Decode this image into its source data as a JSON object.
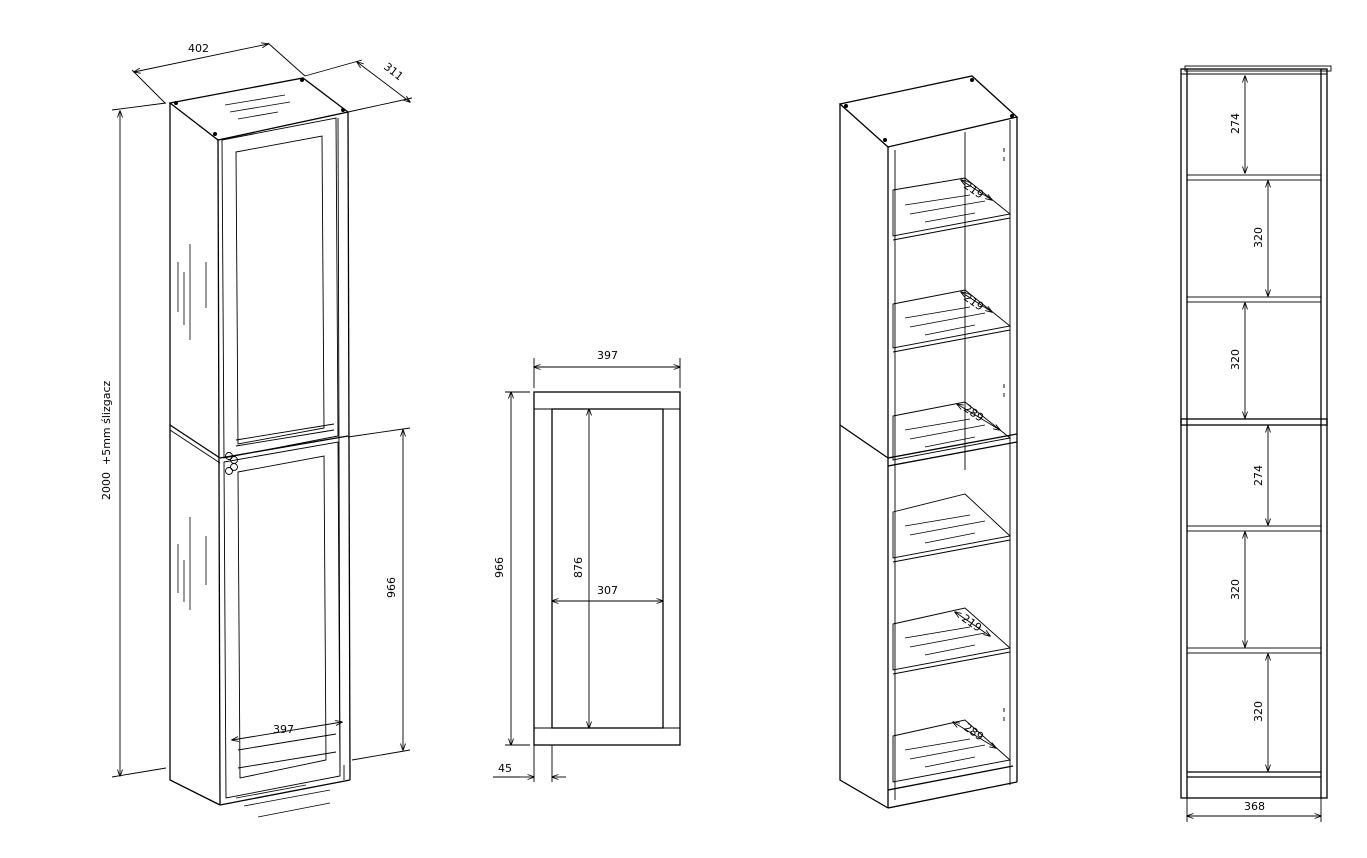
{
  "views": {
    "cabinet": {
      "width": "402",
      "depth": "311",
      "height": "2000",
      "height_note": "+5mm ślizgacz",
      "door_height": "966",
      "door_width": "397"
    },
    "door": {
      "width": "397",
      "height": "966",
      "inner_height": "876",
      "inner_width": "307",
      "frame": "45"
    },
    "shelving": {
      "shelf_depths": [
        "219",
        "219",
        "289",
        "219",
        "289"
      ]
    },
    "elevation": {
      "spacings": [
        "274",
        "320",
        "320",
        "274",
        "320",
        "320"
      ],
      "width": "368"
    }
  }
}
